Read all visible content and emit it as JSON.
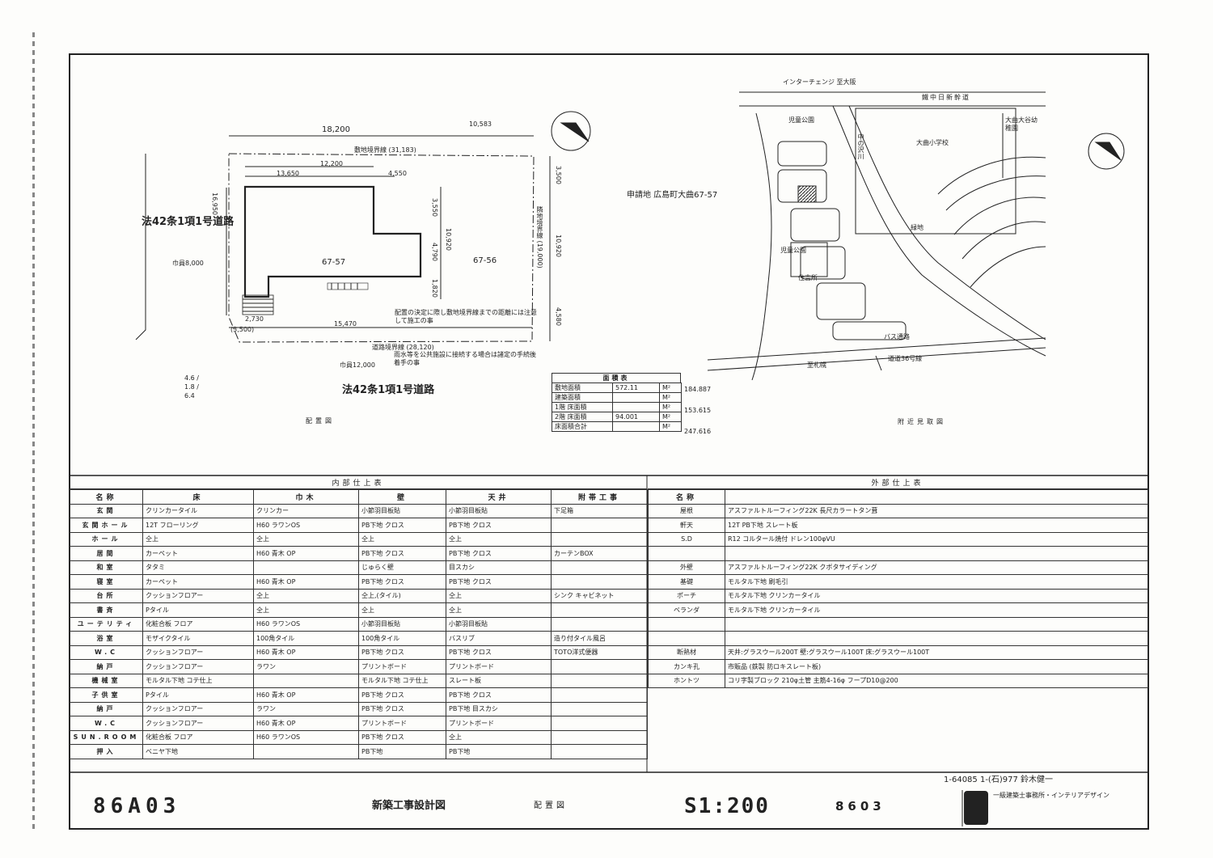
{
  "site_plan": {
    "road_left_label": "法42条1項1号道路",
    "road_left_width": "巾員8,000",
    "road_bottom_label": "法42条1項1号道路",
    "road_bottom_width": "巾員12,000",
    "dim_top_total": "18,200",
    "dim_top_right": "10,583",
    "dim_boundary_top": "敷地境界線 (31,183)",
    "dim_12200": "12,200",
    "dim_13650": "13,650",
    "dim_4550": "4,550",
    "dim_left": "16,950",
    "dim_bottom_15470": "15,470",
    "dim_bottom_boundary": "道路境界線 (28,120)",
    "dim_right_3500": "3,500",
    "dim_right_10920": "10,920",
    "dim_right_4580": "4,580",
    "dim_inner_10920": "10,920",
    "dim_inner_3550": "3,550",
    "dim_inner_4790": "4,790",
    "dim_inner_1820": "1,820",
    "dim_right_boundary": "隣地境界線 (19,000)",
    "dim_2730": "2,730",
    "dim_corner": "(3,500)",
    "lot_a": "67-57",
    "lot_b": "67-56",
    "note1": "配置の決定に際し敷地境界線までの距離には注意して施工の事",
    "note2": "雨水等を公共施設に接続する場合は諸定の手続後着手の事",
    "pencil_note": "4.6 / 1.8 / 6.4",
    "title": "配置図"
  },
  "area_table": {
    "title": "面積表",
    "rows": [
      {
        "label": "敷地面積",
        "value": "572.11",
        "unit": "M²",
        "note": "184.887"
      },
      {
        "label": "建築面積",
        "value": "",
        "unit": "M²",
        "note": ""
      },
      {
        "label": "1階 床面積",
        "value": "",
        "unit": "M²",
        "note": "153.615"
      },
      {
        "label": "2階 床面積",
        "value": "94.001",
        "unit": "M²",
        "note": ""
      },
      {
        "label": "床面積合計",
        "value": "",
        "unit": "M²",
        "note": "247.616"
      }
    ]
  },
  "location_map": {
    "top_label": "インターチェンジ 至大阪",
    "railway": "鐵中日新幹道",
    "park1": "児童公園",
    "park2": "児童公園",
    "school": "大曲小学校",
    "kinder": "大曲大谷幼稚園",
    "site_label": "申請地 広島町大曲67-57",
    "green": "緑地",
    "center": "住吉所",
    "river": "中の沢川",
    "bus": "バス通路",
    "road36": "道道36号線",
    "to_sapporo": "至札幌",
    "title": "附近見取図"
  },
  "interior": {
    "title": "内部仕上表",
    "headers": [
      "名称",
      "床",
      "巾木",
      "壁",
      "天井",
      "附帯工事"
    ],
    "rows": [
      [
        "玄関",
        "クリンカータイル",
        "クリンカー",
        "小節羽目板貼",
        "小節羽目板貼",
        "下足箱"
      ],
      [
        "玄関ホール",
        "12T フローリング",
        "H60 ラワンOS",
        "PB下地 クロス",
        "PB下地 クロス",
        ""
      ],
      [
        "ホール",
        "仝上",
        "仝上",
        "仝上",
        "仝上",
        ""
      ],
      [
        "居間",
        "カーペット",
        "H60 青木 OP",
        "PB下地 クロス",
        "PB下地 クロス",
        "カーテンBOX"
      ],
      [
        "和室",
        "タタミ",
        "",
        "じゅらく壁",
        "目スカシ",
        ""
      ],
      [
        "寝室",
        "カーペット",
        "H60 青木 OP",
        "PB下地 クロス",
        "PB下地 クロス",
        ""
      ],
      [
        "台所",
        "クッションフロアー",
        "仝上",
        "仝上,(タイル)",
        "仝上",
        "シンク キャビネット"
      ],
      [
        "書斉",
        "Pタイル",
        "仝上",
        "仝上",
        "仝上",
        ""
      ],
      [
        "ユーテリティ",
        "化粧合板 フロア",
        "H60 ラワンOS",
        "小節羽目板貼",
        "小節羽目板貼",
        ""
      ],
      [
        "浴室",
        "モザイクタイル",
        "100角タイル",
        "100角タイル",
        "バスリブ",
        "造り付タイル風呂"
      ],
      [
        "W.C",
        "クッションフロアー",
        "H60 青木 OP",
        "PB下地 クロス",
        "PB下地 クロス",
        "TOTO洋式便器"
      ],
      [
        "納戸",
        "クッションフロアー",
        "ラワン",
        "プリントボード",
        "プリントボード",
        ""
      ],
      [
        "機械室",
        "モルタル下地 コテ仕上",
        "",
        "モルタル下地 コテ仕上",
        "スレート板",
        ""
      ],
      [
        "子供室",
        "Pタイル",
        "H60 青木 OP",
        "PB下地 クロス",
        "PB下地 クロス",
        ""
      ],
      [
        "納戸",
        "クッションフロアー",
        "ラワン",
        "PB下地 クロス",
        "PB下地 目スカシ",
        ""
      ],
      [
        "W.C",
        "クッションフロアー",
        "H60 青木 OP",
        "プリントボード",
        "プリントボード",
        ""
      ],
      [
        "SUN.ROOM",
        "化粧合板 フロア",
        "H60 ラワンOS",
        "PB下地 クロス",
        "仝上",
        ""
      ],
      [
        "押入",
        "ベニヤ下地",
        "",
        "PB下地",
        "PB下地",
        ""
      ]
    ]
  },
  "exterior": {
    "title": "外部仕上表",
    "header": "名称",
    "rows": [
      [
        "屋根",
        "アスファルトルーフィング22K 長尺カラートタン葺"
      ],
      [
        "軒天",
        "12T PB下地 スレート板"
      ],
      [
        "S.D",
        "R12 コルタール焼付 ドレン100φVU"
      ],
      [
        "",
        ""
      ],
      [
        "外壁",
        "アスファルトルーフィング22K クボタサイディング"
      ],
      [
        "基礎",
        "モルタル下地 刷毛引"
      ],
      [
        "ポーチ",
        "モルタル下地 クリンカータイル"
      ],
      [
        "ベランダ",
        "モルタル下地 クリンカータイル"
      ],
      [
        "",
        ""
      ],
      [
        "",
        ""
      ],
      [
        "断熱材",
        "天井:グラスウール200T 壁:グラスウール100T 床:グラスウール100T"
      ],
      [
        "カンキ孔",
        "市販品 (鉄製 防ロキスレート板)"
      ],
      [
        "ホントツ",
        "コリ字製ブロック 210φ土管 主筋4-16φ フープD10@200"
      ]
    ]
  },
  "title_block": {
    "number": "86A03",
    "project": "新築工事設計図",
    "sheet": "配置図",
    "scale": "S1:200",
    "date": "8603",
    "architect": "1-64085 1-(石)977 鈴木健一",
    "company": "一級建築士事務所・インテリアデザイン"
  }
}
